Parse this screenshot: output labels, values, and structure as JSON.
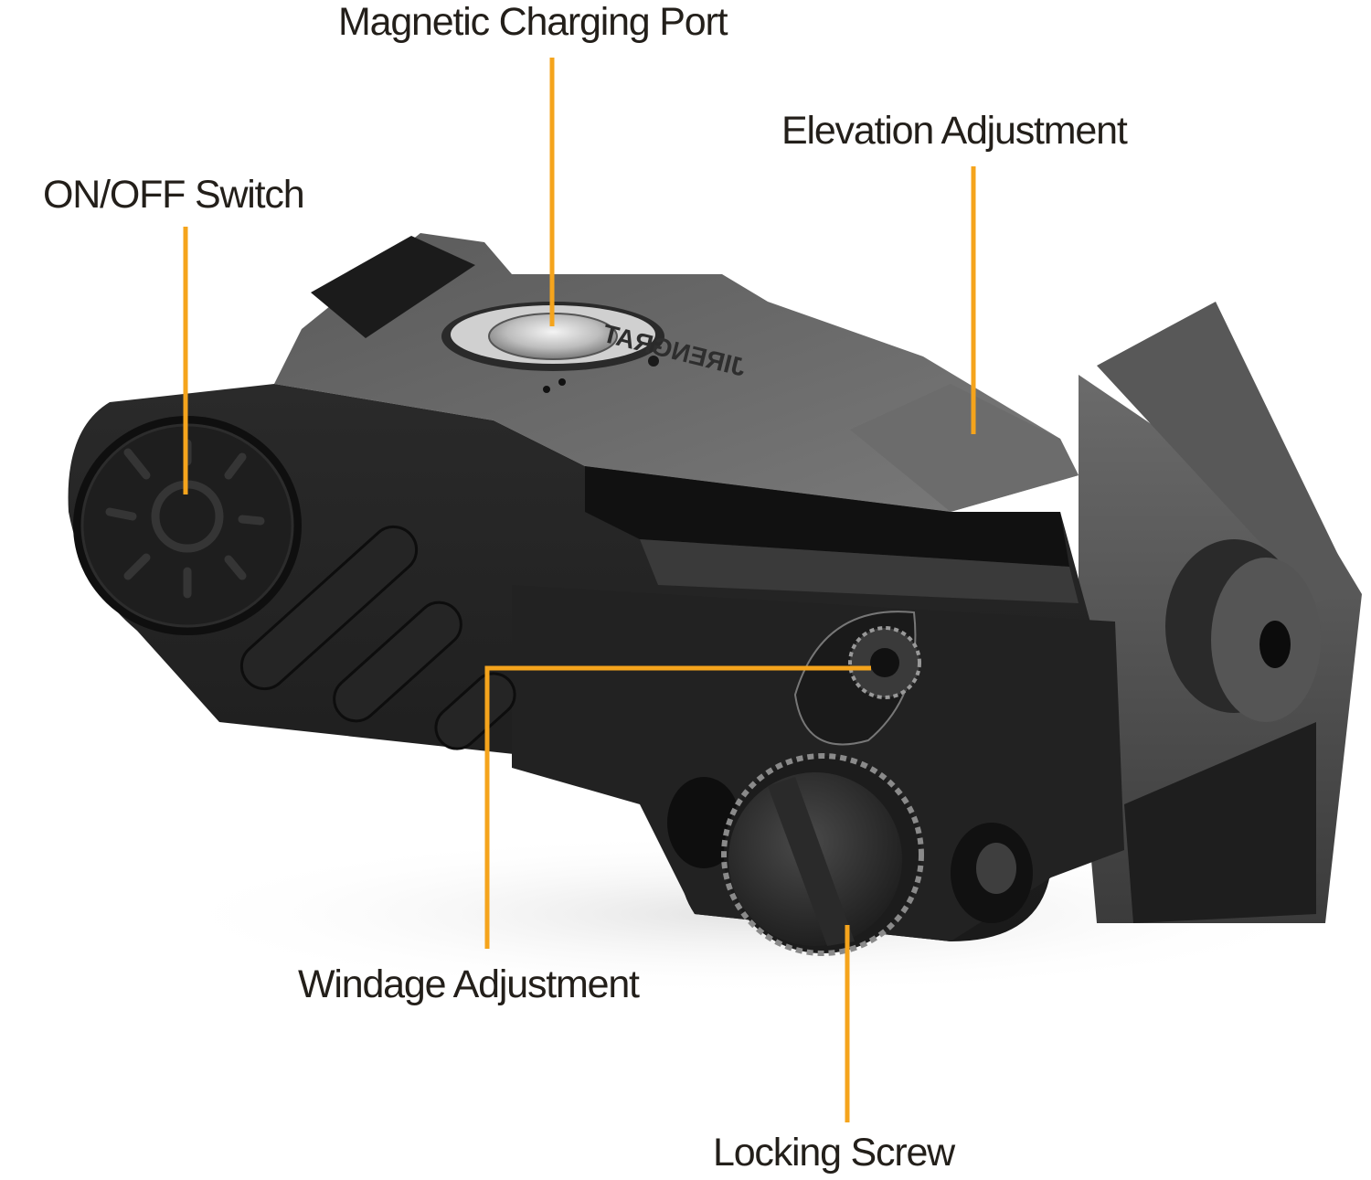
{
  "diagram": {
    "subject": "Rail-mounted laser sight",
    "accent_color": "#F5A41C",
    "text_color": "#231F1A",
    "callouts": [
      {
        "id": "charging-port",
        "label": "Magnetic Charging Port"
      },
      {
        "id": "elevation",
        "label": "Elevation Adjustment"
      },
      {
        "id": "on-off",
        "label": "ON/OFF Switch"
      },
      {
        "id": "windage",
        "label": "Windage Adjustment"
      },
      {
        "id": "locking-screw",
        "label": "Locking Screw"
      }
    ],
    "engraved_brand": "JIRENGRAT"
  }
}
